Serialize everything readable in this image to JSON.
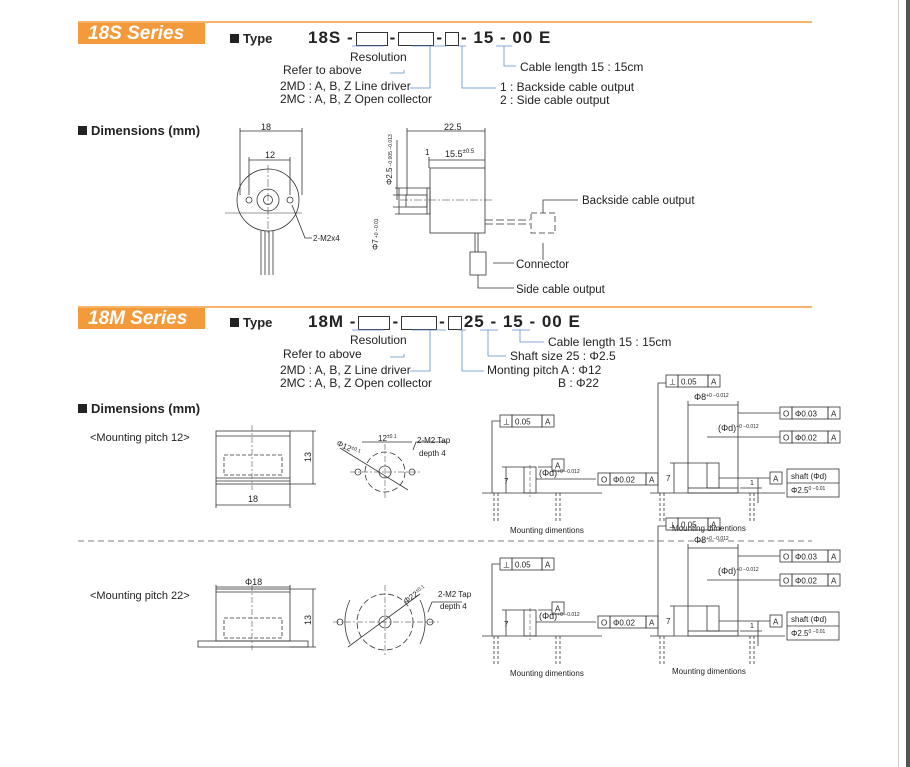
{
  "s18": {
    "title": "18S Series",
    "type_label": "Type",
    "code": [
      "18S -",
      "-",
      "-",
      "- 15 - 00 E"
    ],
    "resolution": "Resolution",
    "refer": "Refer to above",
    "mode_md": "2MD : A, B, Z Line driver",
    "mode_mc": "2MC : A, B, Z Open collector",
    "out1": "1 : Backside cable output",
    "out2": "2 : Side cable output",
    "cable": "Cable length 15 : 15cm",
    "dims_title": "Dimensions (mm)",
    "drawing": {
      "d18": "18",
      "d12": "12",
      "tap": "2-M2x4",
      "d225": "22.5",
      "d1": "1",
      "d155": "15.5",
      "d155_tol": "±0.5",
      "shaft": "Φ2.5",
      "shaft_tol": "−0.005 −0.013",
      "boss": "Φ7",
      "boss_tol": "+0 −0.01",
      "backside": "Backside cable output",
      "connector": "Connector",
      "side": "Side cable output"
    }
  },
  "m18": {
    "title": "18M Series",
    "type_label": "Type",
    "code": [
      "18M -",
      "-",
      "-",
      "25 - 15 - 00 E"
    ],
    "resolution": "Resolution",
    "refer": "Refer to above",
    "mode_md": "2MD : A, B, Z Line driver",
    "mode_mc": "2MC : A, B, Z Open collector",
    "cable": "Cable length 15 : 15cm",
    "shaft": "Shaft size 25 : Φ2.5",
    "pitch_a": "Monting pitch A : Φ12",
    "pitch_b": "B : Φ22",
    "dims_title": "Dimensions (mm)",
    "pitch12": {
      "label": "<Mounting pitch 12>",
      "h": "13",
      "w": "18",
      "pcd": "Φ12",
      "pcd_tol": "±0.1",
      "span": "12",
      "span_tol": "±0.1",
      "tap": "2-M2 Tap",
      "depth": "depth 4"
    },
    "pitch22": {
      "label": "<Mounting pitch 22>",
      "h": "13",
      "w": "Φ18",
      "pcd": "Φ22",
      "pcd_tol": "±0.1",
      "tap": "2-M2 Tap",
      "depth": "depth 4"
    },
    "gdt": {
      "perp": "⊥",
      "perp_val": "0.05",
      "datum": "A",
      "circ": "O",
      "runout1": "Φ0.02",
      "runout2": "Φ0.03",
      "phid": "(Φd)",
      "phid_tol": "+0 −0.012",
      "phi8": "Φ8",
      "phi8_tol": "+0 −0.012",
      "h7": "7",
      "h1": "1",
      "shaft_hdr": "shaft (Φd)",
      "shaft_val": "Φ2.5",
      "shaft_tol": "0 −0.01",
      "mount": "Mounting dimentions"
    }
  },
  "colors": {
    "accent": "#f39a3a",
    "rule": "#f6b36a",
    "leader": "#5b8fc7"
  }
}
